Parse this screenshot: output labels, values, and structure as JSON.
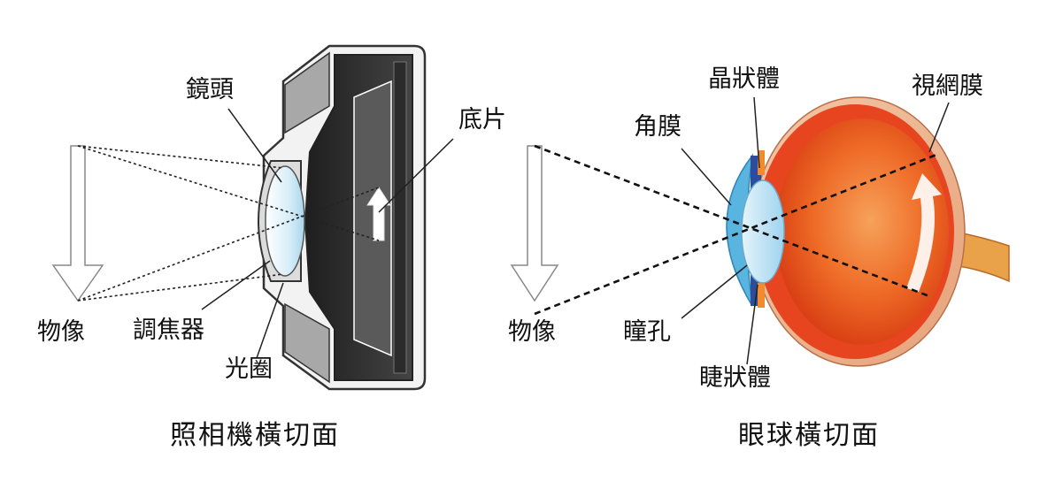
{
  "camera": {
    "labels": {
      "lens": "鏡頭",
      "film": "底片",
      "object": "物像",
      "focus": "調焦器",
      "aperture": "光圈"
    },
    "caption": "照相機橫切面"
  },
  "eye": {
    "labels": {
      "lens": "晶狀體",
      "cornea": "角膜",
      "retina": "視網膜",
      "object": "物像",
      "pupil": "瞳孔",
      "ciliary": "睫狀體"
    },
    "caption": "眼球橫切面"
  },
  "colors": {
    "eye_red": "#e8431a",
    "eye_orange": "#f07a2a",
    "cornea_blue": "#5ab4e0",
    "lens_blue": "#bfe3f5",
    "camera_dark": "#3a3a3a",
    "camera_grey": "#8a8a8a"
  }
}
